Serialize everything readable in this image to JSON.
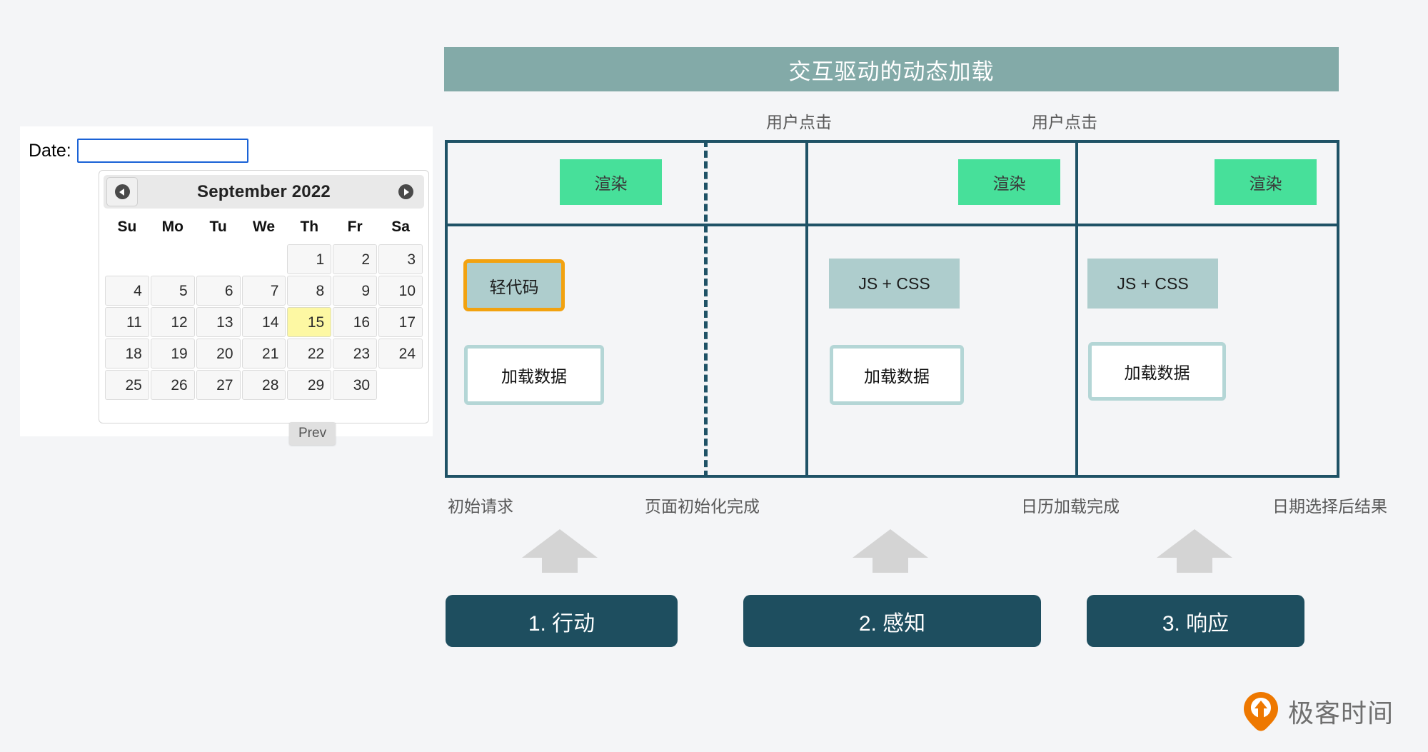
{
  "datepicker": {
    "date_label": "Date:",
    "input_value": "",
    "input_placeholder": "",
    "calendar": {
      "month_title": "September 2022",
      "prev_icon": "prev-arrow-icon",
      "next_icon": "next-arrow-icon",
      "tooltip": "Prev",
      "weekdays": [
        "Su",
        "Mo",
        "Tu",
        "We",
        "Th",
        "Fr",
        "Sa"
      ],
      "weeks": [
        [
          "",
          "",
          "",
          "",
          "1",
          "2",
          "3"
        ],
        [
          "4",
          "5",
          "6",
          "7",
          "8",
          "9",
          "10"
        ],
        [
          "11",
          "12",
          "13",
          "14",
          "15",
          "16",
          "17"
        ],
        [
          "18",
          "19",
          "20",
          "21",
          "22",
          "23",
          "24"
        ],
        [
          "25",
          "26",
          "27",
          "28",
          "29",
          "30",
          ""
        ]
      ],
      "today": "15"
    }
  },
  "diagram": {
    "title": "交互驱动的动态加载",
    "click_labels": [
      "用户点击",
      "用户点击"
    ],
    "render_boxes": [
      "渲染",
      "渲染",
      "渲染"
    ],
    "tech_boxes": [
      "轻代码",
      "JS + CSS",
      "JS + CSS"
    ],
    "load_boxes": [
      "加载数据",
      "加载数据",
      "加载数据"
    ],
    "stage_labels": [
      "初始请求",
      "页面初始化完成",
      "日历加载完成",
      "日期选择后结果"
    ],
    "phases": [
      "1. 行动",
      "2. 感知",
      "3. 响应"
    ],
    "arrow_icon": "up-arrow-icon"
  },
  "watermark": {
    "text": "极客时间",
    "logo_icon": "geekbang-pin-logo-icon"
  },
  "colors": {
    "title_bar": "#83aaa8",
    "frame_border": "#1f5266",
    "render_fill": "#47e09a",
    "tech_fill": "#aecdcd",
    "highlight_border": "#f2a210",
    "load_border": "#b4d6d6",
    "phase_bg": "#1e4e5f",
    "arrow_gray": "#d4d4d4",
    "today_highlight": "#fdf8a3",
    "input_focus": "#1a62d6",
    "logo_orange": "#ee7800"
  }
}
